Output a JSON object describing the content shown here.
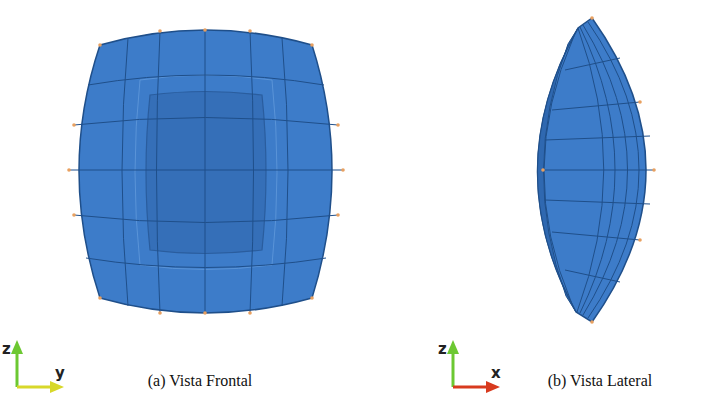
{
  "diagram": {
    "labels": [
      "z",
      "y",
      "(a) Vista Frontal",
      "z",
      "x",
      "(b) Vista Lateral"
    ]
  }
}
